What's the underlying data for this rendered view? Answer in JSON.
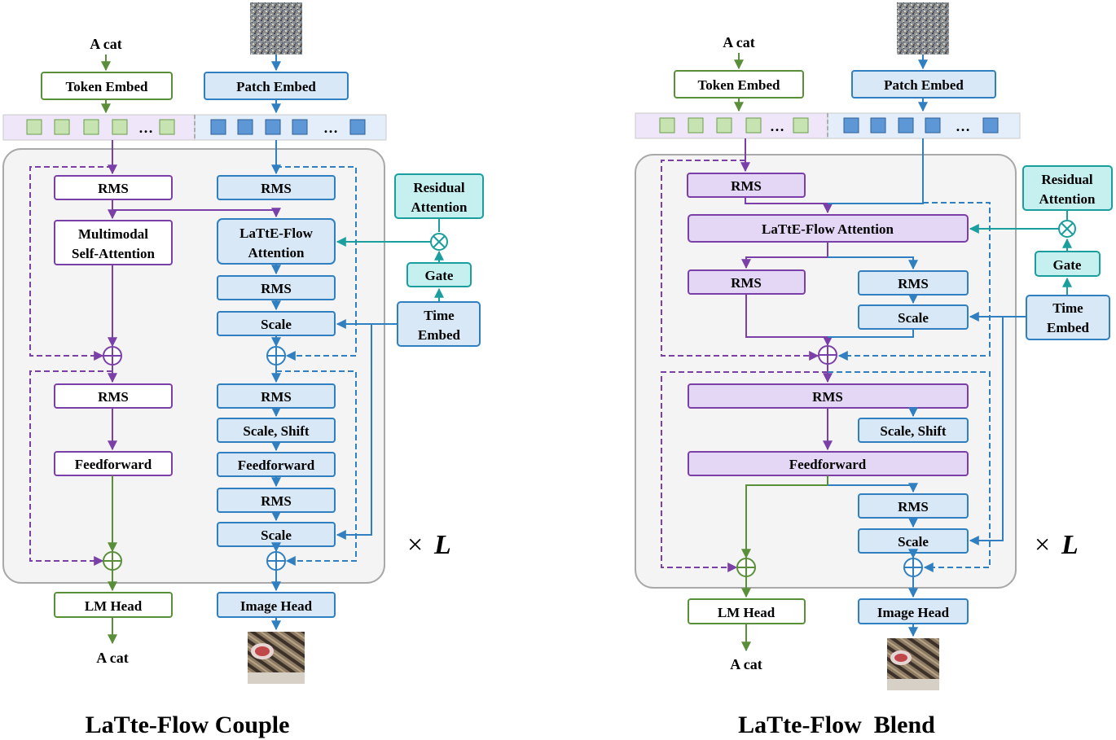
{
  "colors": {
    "purple": "#7b3fa8",
    "purple_fill": "#e4d6f5",
    "blue": "#2f7fc1",
    "blue_fill": "#d8e8f7",
    "green": "#5a8f3a",
    "green_fill": "#c6e3b1",
    "teal": "#1a9e9e",
    "teal_fill": "#c6f0f0",
    "gray_panel": "#f4f4f4"
  },
  "couple": {
    "caption": "LaTte-Flow Couple",
    "text_in": "A cat",
    "text_out": "A cat",
    "token_embed": "Token Embed",
    "patch_embed": "Patch Embed",
    "ellipsis": "…",
    "rms": "RMS",
    "mm_attn_1": "Multimodal",
    "mm_attn_2": "Self-Attention",
    "latte_attn_1": "LaTtE-Flow",
    "latte_attn_2": "Attention",
    "scale": "Scale",
    "scale_shift": "Scale, Shift",
    "feedforward": "Feedforward",
    "residual_1": "Residual",
    "residual_2": "Attention",
    "gate": "Gate",
    "time_1": "Time",
    "time_2": "Embed",
    "lm_head": "LM Head",
    "image_head": "Image Head",
    "times": "×",
    "L": "L"
  },
  "blend": {
    "caption": "LaTte-Flow  Blend",
    "text_in": "A cat",
    "text_out": "A cat",
    "token_embed": "Token Embed",
    "patch_embed": "Patch Embed",
    "ellipsis": "…",
    "rms": "RMS",
    "latte_attn": "LaTtE-Flow Attention",
    "scale": "Scale",
    "scale_shift": "Scale, Shift",
    "feedforward": "Feedforward",
    "residual_1": "Residual",
    "residual_2": "Attention",
    "gate": "Gate",
    "time_1": "Time",
    "time_2": "Embed",
    "lm_head": "LM Head",
    "image_head": "Image Head",
    "times": "×",
    "L": "L"
  }
}
